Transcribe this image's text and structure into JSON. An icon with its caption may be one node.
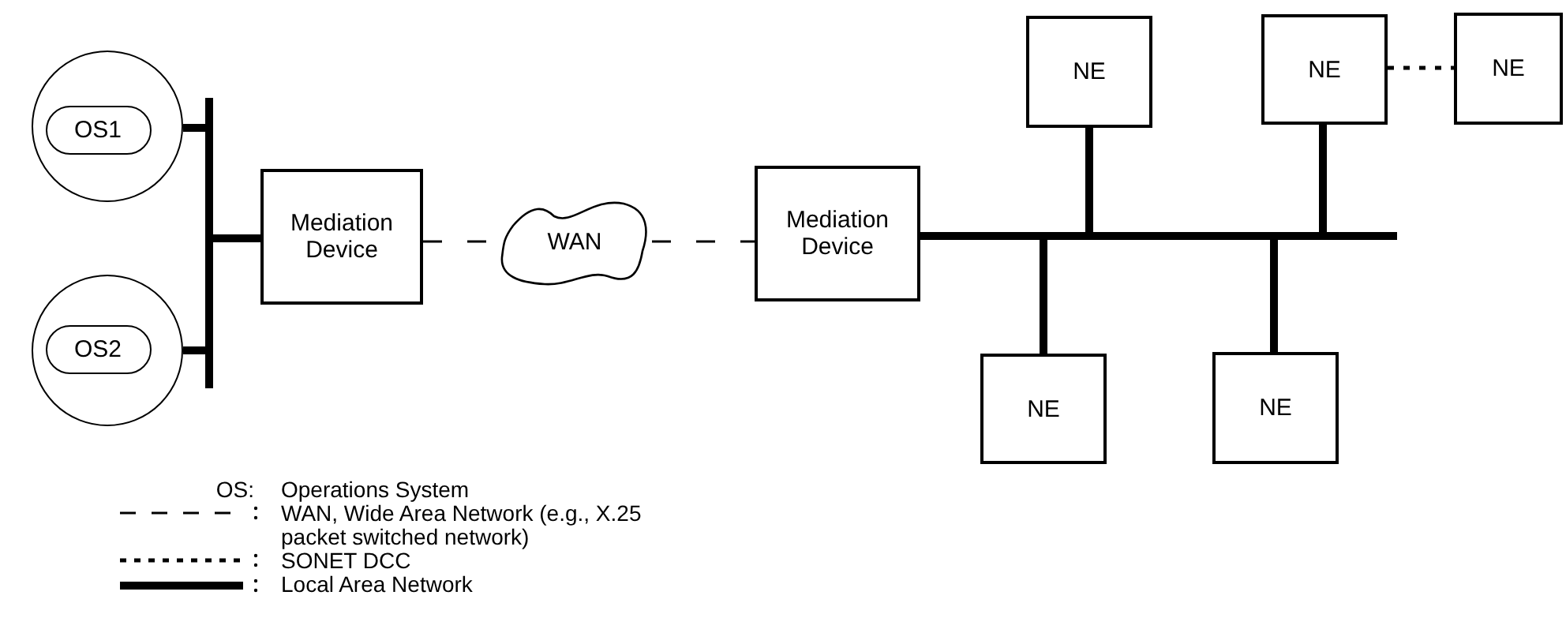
{
  "diagram": {
    "nodes": [
      {
        "text": [],
        "shape": "circle"
      },
      {
        "text": [
          "OS1"
        ],
        "in": 0
      },
      {
        "text": [],
        "shape": "circle"
      },
      {
        "text": [
          "OS2"
        ],
        "in": 2
      },
      {
        "text": [],
        "shape": "bar"
      },
      {
        "text": [
          "Mediation Device"
        ]
      },
      {
        "text": [
          "WAN"
        ]
      },
      {
        "text": [
          "Mediation Device"
        ]
      },
      {
        "text": [],
        "shape": "bar"
      },
      {
        "text": [
          "NE"
        ]
      },
      {
        "text": [
          "NE"
        ]
      },
      {
        "text": [
          "NE"
        ]
      },
      {
        "text": [
          "NE"
        ]
      },
      {
        "text": [
          "NE"
        ]
      }
    ],
    "edges": [
      {
        "from": 0,
        "to": 4,
        "arrow": "none"
      },
      {
        "from": 2,
        "to": 4,
        "arrow": "none"
      },
      {
        "from": 4,
        "to": 5,
        "arrow": "none"
      },
      {
        "from": 5,
        "to": 6,
        "arrow": "none",
        "style": "dashed"
      },
      {
        "from": 6,
        "to": 7,
        "arrow": "none",
        "style": "dashed"
      },
      {
        "from": 7,
        "to": 8,
        "arrow": "none"
      },
      {
        "from": 9,
        "to": 8,
        "arrow": "none"
      },
      {
        "from": 10,
        "to": 8,
        "arrow": "none"
      },
      {
        "from": 10,
        "to": 11,
        "arrow": "none",
        "style": "dashed"
      },
      {
        "from": 8,
        "to": 12,
        "arrow": "none"
      },
      {
        "from": 8,
        "to": 13,
        "arrow": "none"
      }
    ],
    "labels": [
      "OS:",
      "Operations System"
    ],
    "legend": [
      {
        "text": "WAN, Wide Area Network (e.g., X.25 packet switched network)"
      },
      {
        "text": "SONET DCC"
      },
      {
        "text": "Local Area Network"
      }
    ]
  }
}
